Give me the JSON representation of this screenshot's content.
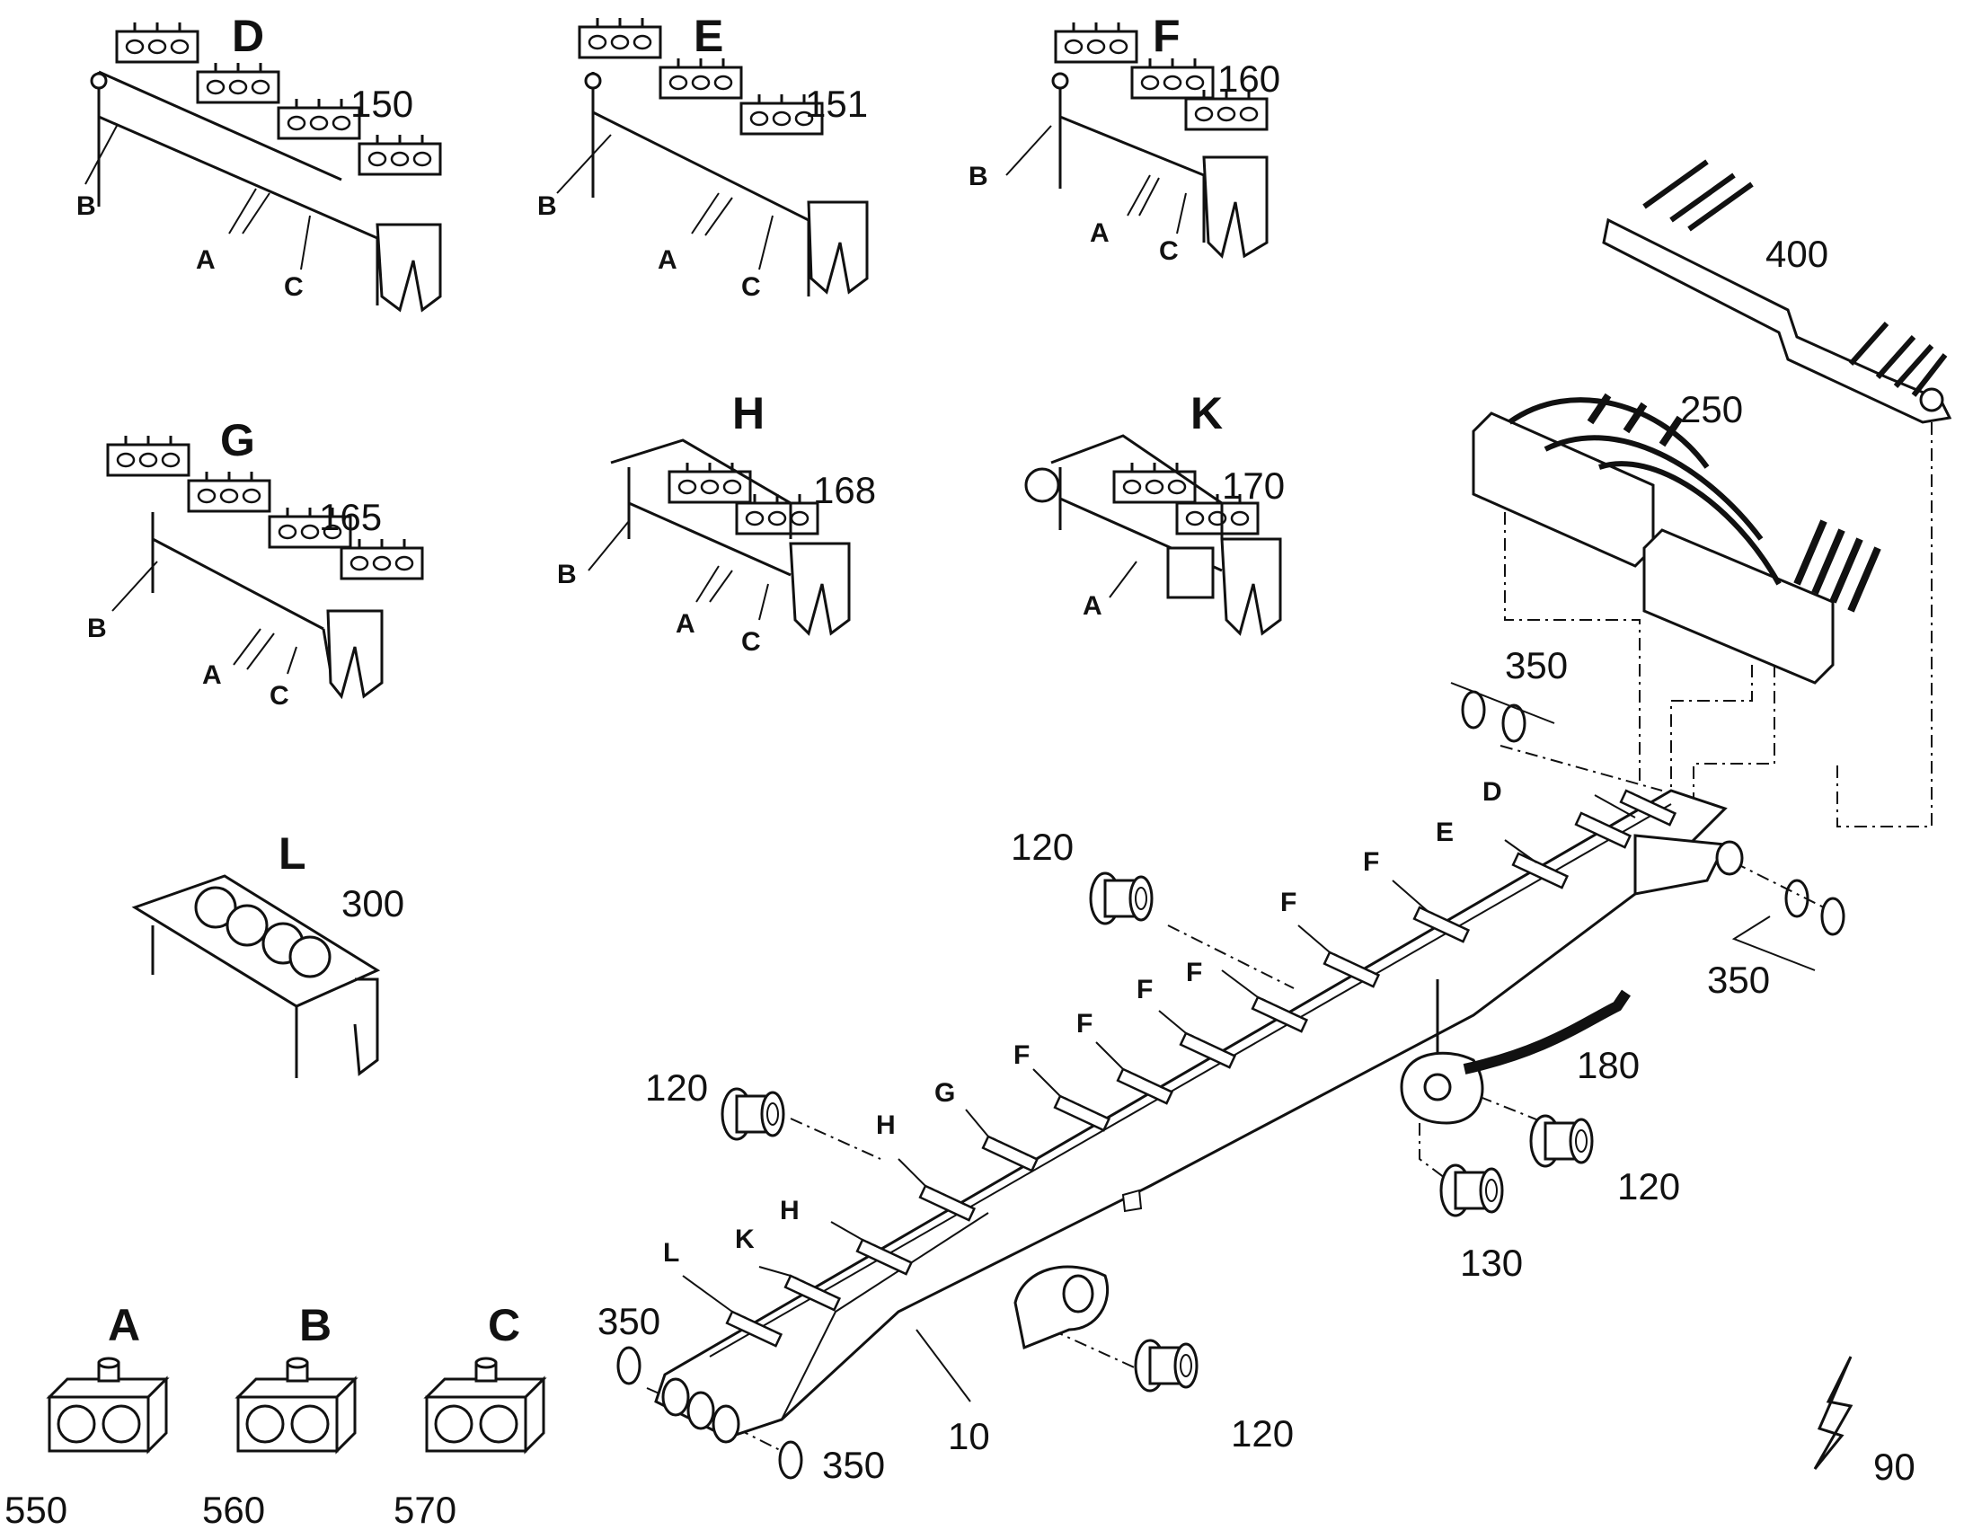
{
  "diagram": {
    "detail_letters": {
      "d": "D",
      "e": "E",
      "f": "F",
      "g": "G",
      "h": "H",
      "k": "K",
      "l": "L",
      "a": "A",
      "b": "B",
      "c": "C"
    },
    "detail_parts": {
      "d": "150",
      "e": "151",
      "f": "160",
      "g": "165",
      "h": "168",
      "k": "170",
      "l": "300"
    },
    "clamp_refs": {
      "a": "A",
      "b": "B",
      "c": "C"
    },
    "clamp_parts": {
      "a": "550",
      "b": "560",
      "c": "570"
    },
    "assembly_parts": {
      "boom": "10",
      "bushing": "120",
      "bushing_pivot": "130",
      "hose": "180",
      "valve_block": "250",
      "hose_bracket": "400",
      "ring": "350",
      "flash": "90"
    },
    "clip_letters": {
      "d": "D",
      "e": "E",
      "f": "F",
      "g": "G",
      "h": "H",
      "k": "K",
      "l": "L"
    }
  },
  "colors": {
    "ink": "#111111",
    "paper": "#ffffff"
  }
}
